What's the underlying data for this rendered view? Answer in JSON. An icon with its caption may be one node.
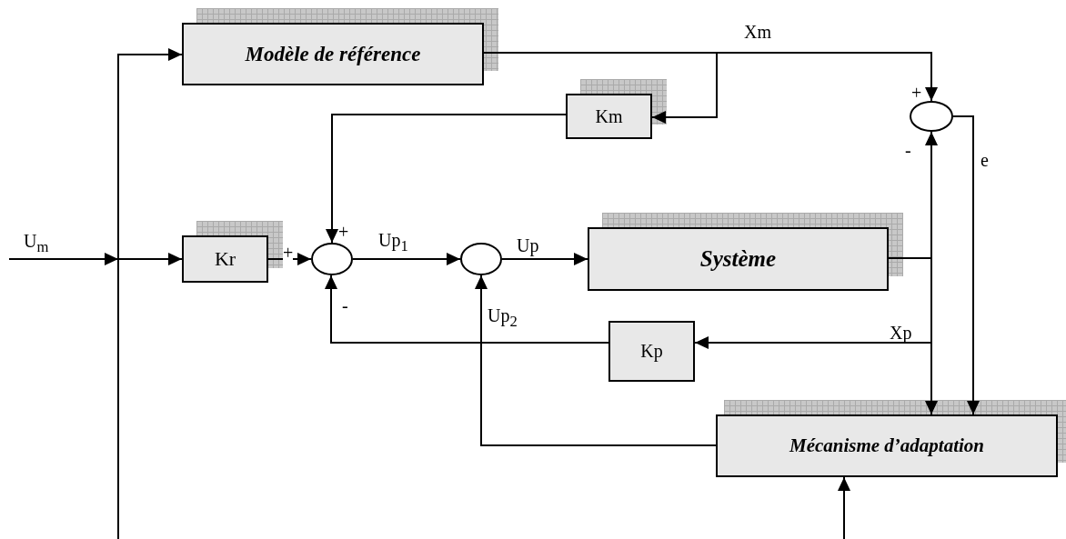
{
  "diagram": {
    "nodes": [
      {
        "text": [
          "Modèle de référence"
        ]
      },
      {
        "text": [
          "Km"
        ]
      },
      {
        "text": [
          "Kr"
        ]
      },
      {
        "text": [],
        "shape": "circle"
      },
      {
        "text": [],
        "shape": "circle"
      },
      {
        "text": [
          "Système"
        ]
      },
      {
        "text": [],
        "shape": "circle"
      },
      {
        "text": [
          "Kp"
        ]
      },
      {
        "text": [
          "Mécanisme d’adaptation"
        ]
      }
    ],
    "edges": [
      {
        "from": null,
        "to": 2,
        "arrow": "to",
        "label": "U$_{m}$"
      },
      {
        "from": null,
        "to": 0,
        "arrow": "to"
      },
      {
        "from": 0,
        "to": 6,
        "arrow": "to",
        "label": "Xm"
      },
      {
        "from": 0,
        "to": 1,
        "arrow": "to"
      },
      {
        "from": 1,
        "to": 3,
        "arrow": "to",
        "label": "+"
      },
      {
        "from": 2,
        "to": 3,
        "arrow": "to",
        "label": "+"
      },
      {
        "from": 3,
        "to": 4,
        "arrow": "to",
        "label": "Up$_{1}$"
      },
      {
        "from": 4,
        "to": 5,
        "arrow": "to",
        "label": "Up"
      },
      {
        "from": 5,
        "to": 6,
        "arrow": "to",
        "label": "-"
      },
      {
        "from": 5,
        "to": 7,
        "arrow": "to",
        "label": "Xp"
      },
      {
        "from": 5,
        "to": 8,
        "arrow": "to"
      },
      {
        "from": 6,
        "to": 8,
        "arrow": "to",
        "label": "e"
      },
      {
        "from": 7,
        "to": 3,
        "arrow": "to",
        "label": "-"
      },
      {
        "from": 8,
        "to": 4,
        "arrow": "to",
        "label": "Up$_{2}$"
      },
      {
        "from": null,
        "to": 8,
        "arrow": "to"
      }
    ],
    "labels": [
      "+"
    ]
  }
}
